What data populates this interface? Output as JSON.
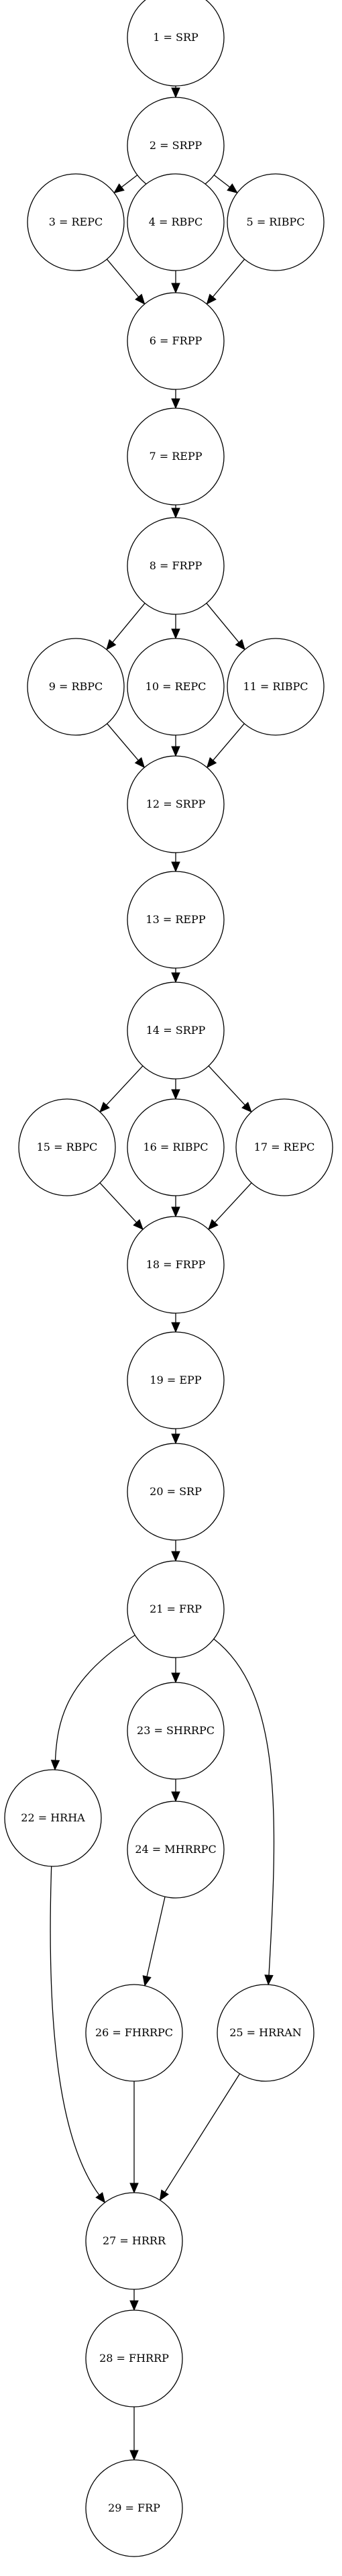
{
  "nodes": [
    {
      "id": 1,
      "label": "1 = SRP"
    },
    {
      "id": 2,
      "label": "2 = SRPP"
    },
    {
      "id": 3,
      "label": "3 = REPC"
    },
    {
      "id": 4,
      "label": "4 = RBPC"
    },
    {
      "id": 5,
      "label": "5 = RIBPC"
    },
    {
      "id": 6,
      "label": "6 = FRPP"
    },
    {
      "id": 7,
      "label": "7 = REPP"
    },
    {
      "id": 8,
      "label": "8 = FRPP"
    },
    {
      "id": 9,
      "label": "9 = RBPC"
    },
    {
      "id": 10,
      "label": "10 = REPC"
    },
    {
      "id": 11,
      "label": "11 = RIBPC"
    },
    {
      "id": 12,
      "label": "12 = SRPP"
    },
    {
      "id": 13,
      "label": "13 = REPP"
    },
    {
      "id": 14,
      "label": "14 = SRPP"
    },
    {
      "id": 15,
      "label": "15 = RBPC"
    },
    {
      "id": 16,
      "label": "16 = RIBPC"
    },
    {
      "id": 17,
      "label": "17 = REPC"
    },
    {
      "id": 18,
      "label": "18 = FRPP"
    },
    {
      "id": 19,
      "label": "19 = EPP"
    },
    {
      "id": 20,
      "label": "20 = SRP"
    },
    {
      "id": 21,
      "label": "21 = FRP"
    },
    {
      "id": 22,
      "label": "22 = HRHA"
    },
    {
      "id": 23,
      "label": "23 = SHRRPC"
    },
    {
      "id": 24,
      "label": "24 = MHRRPC"
    },
    {
      "id": 25,
      "label": "25 = HRRAN"
    },
    {
      "id": 26,
      "label": "26 = FHRRPC"
    },
    {
      "id": 27,
      "label": "27 = HRRR"
    },
    {
      "id": 28,
      "label": "28 = FHRRP"
    },
    {
      "id": 29,
      "label": "29 = FRP"
    }
  ],
  "edges": [
    [
      1,
      2
    ],
    [
      2,
      3
    ],
    [
      2,
      4
    ],
    [
      2,
      5
    ],
    [
      3,
      6
    ],
    [
      4,
      6
    ],
    [
      5,
      6
    ],
    [
      6,
      7
    ],
    [
      7,
      8
    ],
    [
      8,
      9
    ],
    [
      8,
      10
    ],
    [
      8,
      11
    ],
    [
      9,
      12
    ],
    [
      10,
      12
    ],
    [
      11,
      12
    ],
    [
      12,
      13
    ],
    [
      13,
      14
    ],
    [
      14,
      15
    ],
    [
      14,
      16
    ],
    [
      14,
      17
    ],
    [
      15,
      18
    ],
    [
      16,
      18
    ],
    [
      17,
      18
    ],
    [
      18,
      19
    ],
    [
      19,
      20
    ],
    [
      20,
      21
    ],
    [
      21,
      22
    ],
    [
      21,
      23
    ],
    [
      21,
      25
    ],
    [
      23,
      24
    ],
    [
      24,
      26
    ],
    [
      22,
      27
    ],
    [
      26,
      27
    ],
    [
      25,
      27
    ],
    [
      27,
      28
    ],
    [
      28,
      29
    ]
  ]
}
